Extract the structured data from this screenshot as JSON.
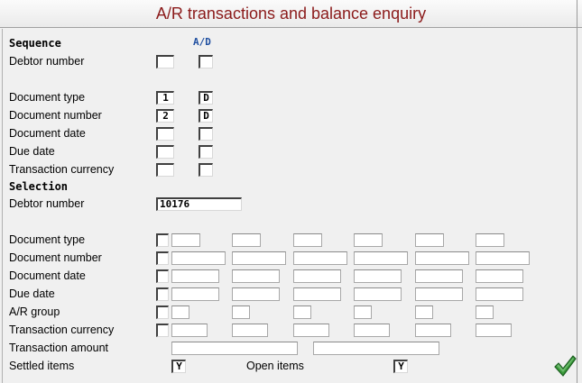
{
  "window": {
    "title": "A/R transactions and balance enquiry"
  },
  "sequence": {
    "heading": "Sequence",
    "ad_heading": "A/D",
    "rows": [
      {
        "label": "Debtor number",
        "seq": "",
        "ad": ""
      },
      {
        "label": "Document type",
        "seq": "1",
        "ad": "D"
      },
      {
        "label": "Document number",
        "seq": "2",
        "ad": "D"
      },
      {
        "label": "Document date",
        "seq": "",
        "ad": ""
      },
      {
        "label": "Due date",
        "seq": "",
        "ad": ""
      },
      {
        "label": "Transaction currency",
        "seq": "",
        "ad": ""
      }
    ]
  },
  "selection": {
    "heading": "Selection",
    "debtor_number": {
      "label": "Debtor number",
      "value": "10176"
    },
    "rows": [
      {
        "label": "Document type"
      },
      {
        "label": "Document number"
      },
      {
        "label": "Document date"
      },
      {
        "label": "Due date"
      },
      {
        "label": "A/R group"
      },
      {
        "label": "Transaction currency"
      }
    ],
    "transaction_amount": {
      "label": "Transaction amount",
      "from": "",
      "to": ""
    },
    "settled_items": {
      "label": "Settled items",
      "value": "Y"
    },
    "open_items": {
      "label": "Open items",
      "value": "Y"
    }
  },
  "icons": {
    "confirm": "checkmark-icon",
    "confirm_color": "#2e7d32"
  }
}
